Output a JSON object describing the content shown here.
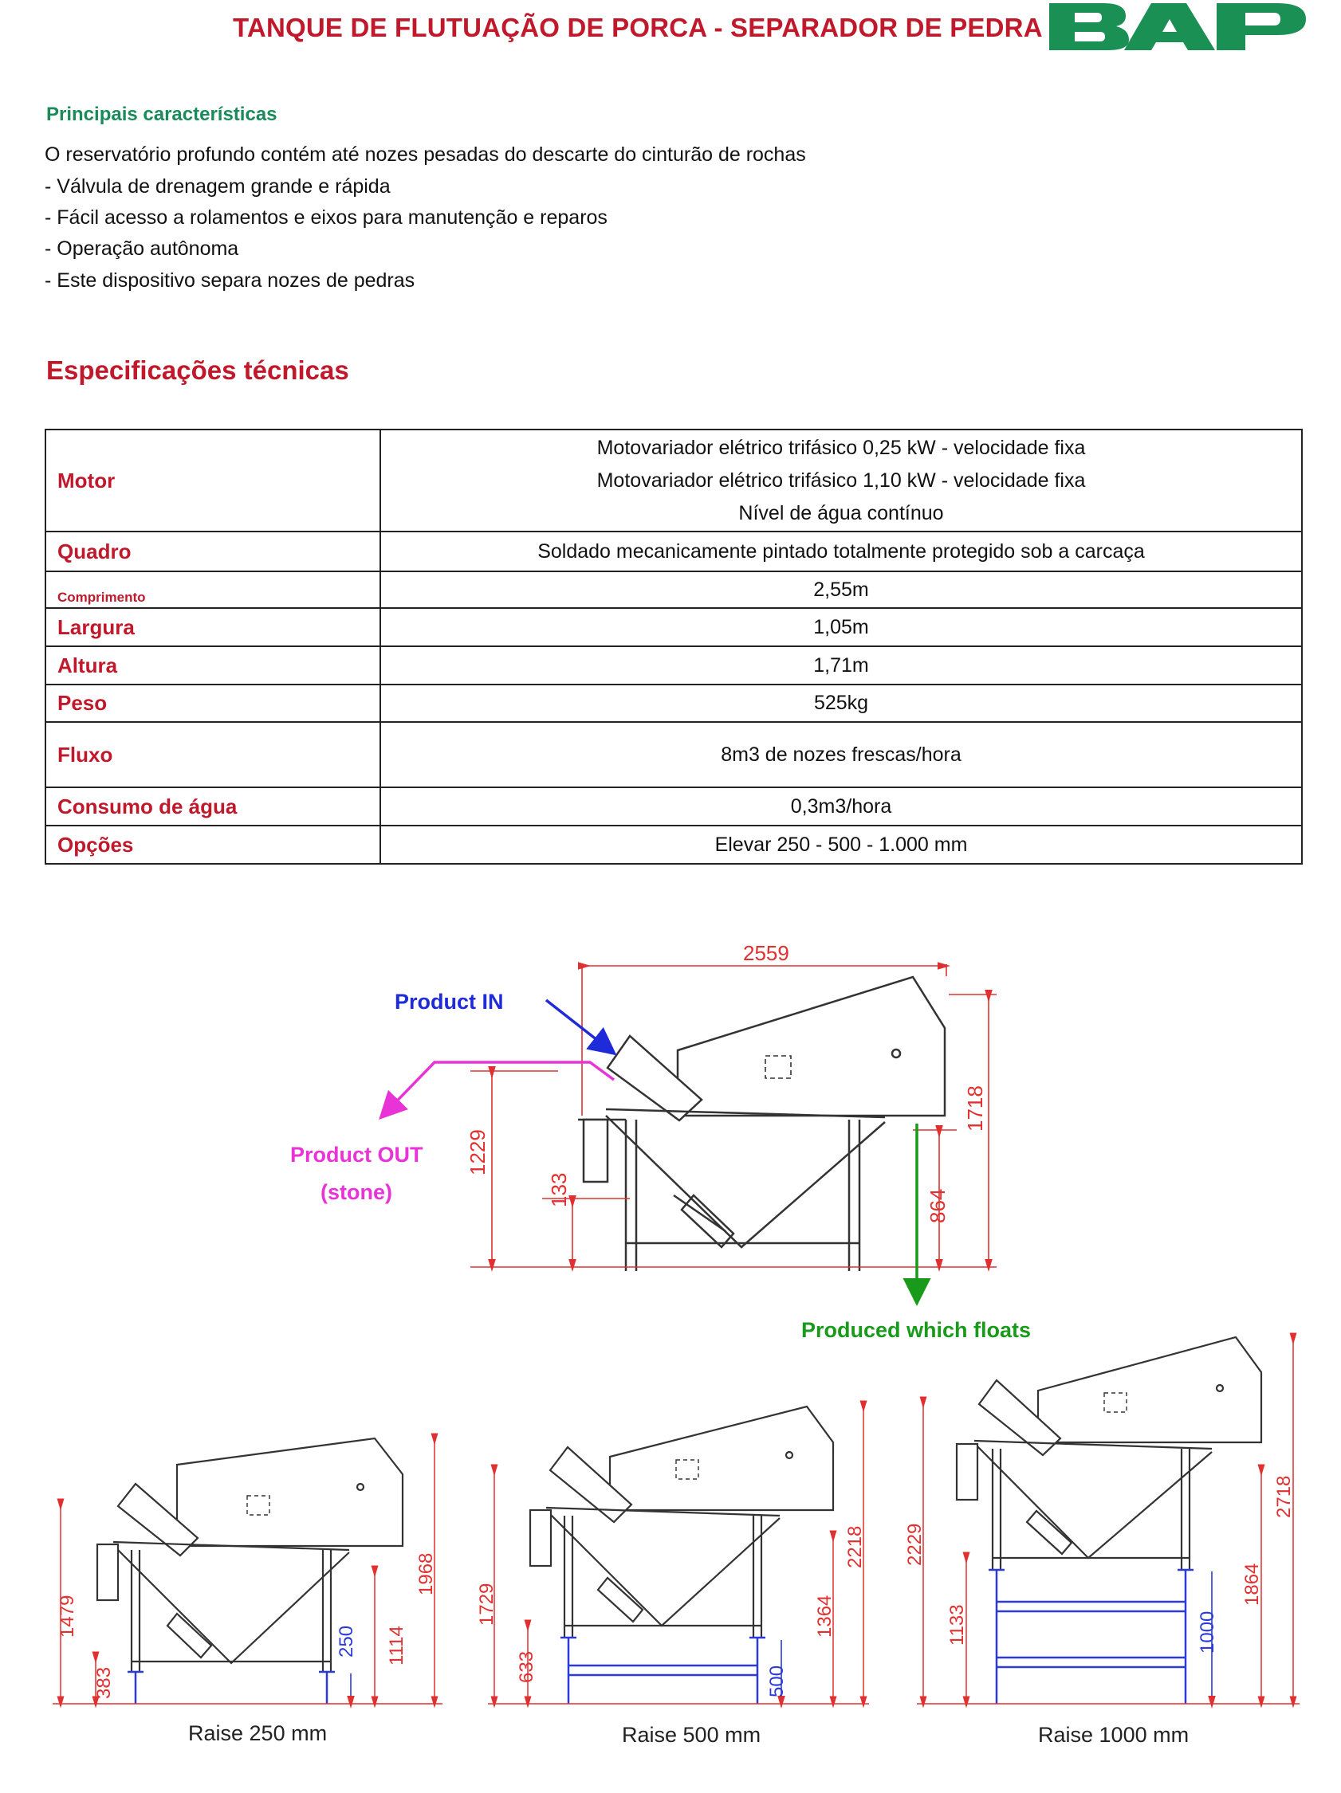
{
  "header": {
    "title": "TANQUE DE FLUTUAÇÃO DE PORCA - SEPARADOR DE PEDRA",
    "logo_text": "BAP",
    "logo_color": "#1a9055",
    "title_color": "#c0192b"
  },
  "features": {
    "heading": "Principais características",
    "items": [
      "O reservatório profundo contém até nozes pesadas do descarte do cinturão de rochas",
      "- Válvula de drenagem grande e rápida",
      "- Fácil acesso a rolamentos e eixos para manutenção e reparos",
      "- Operação autônoma",
      "- Este dispositivo separa nozes de pedras"
    ]
  },
  "specs": {
    "heading": "Especificações técnicas",
    "rows": [
      {
        "label": "Motor",
        "values": [
          "Motovariador elétrico trifásico 0,25 kW - velocidade fixa",
          "Motovariador elétrico trifásico 1,10 kW - velocidade fixa",
          "Nível de água contínuo"
        ]
      },
      {
        "label": "Quadro",
        "values": [
          "Soldado mecanicamente pintado totalmente protegido sob a carcaça"
        ]
      },
      {
        "label": "Comprimento",
        "values": [
          "2,55m"
        ]
      },
      {
        "label": "Largura",
        "values": [
          "1,05m"
        ]
      },
      {
        "label": "Altura",
        "values": [
          "1,71m"
        ]
      },
      {
        "label": "Peso",
        "values": [
          "525kg"
        ]
      },
      {
        "label": "Fluxo",
        "values": [
          "8m3 de nozes frescas/hora"
        ]
      },
      {
        "label": "Consumo de água",
        "values": [
          "0,3m3/hora"
        ]
      },
      {
        "label": "Opções",
        "values": [
          "Elevar 250 - 500 - 1.000 mm"
        ]
      }
    ]
  },
  "drawing": {
    "product_in": "Product IN",
    "product_out": "Product OUT",
    "product_out_sub": "(stone)",
    "produced_floats": "Produced which floats",
    "main_dims": {
      "length": "2559",
      "height": "1718",
      "outlet": "1229",
      "base": "133",
      "float_drop": "864"
    },
    "raises": [
      {
        "caption": "Raise 250 mm",
        "dims": [
          "1479",
          "383",
          "250",
          "1114",
          "1968"
        ]
      },
      {
        "caption": "Raise 500 mm",
        "dims": [
          "1729",
          "633",
          "500",
          "1364",
          "2218"
        ]
      },
      {
        "caption": "Raise 1000 mm",
        "dims": [
          "2229",
          "1133",
          "1000",
          "1864",
          "2718"
        ]
      }
    ]
  }
}
